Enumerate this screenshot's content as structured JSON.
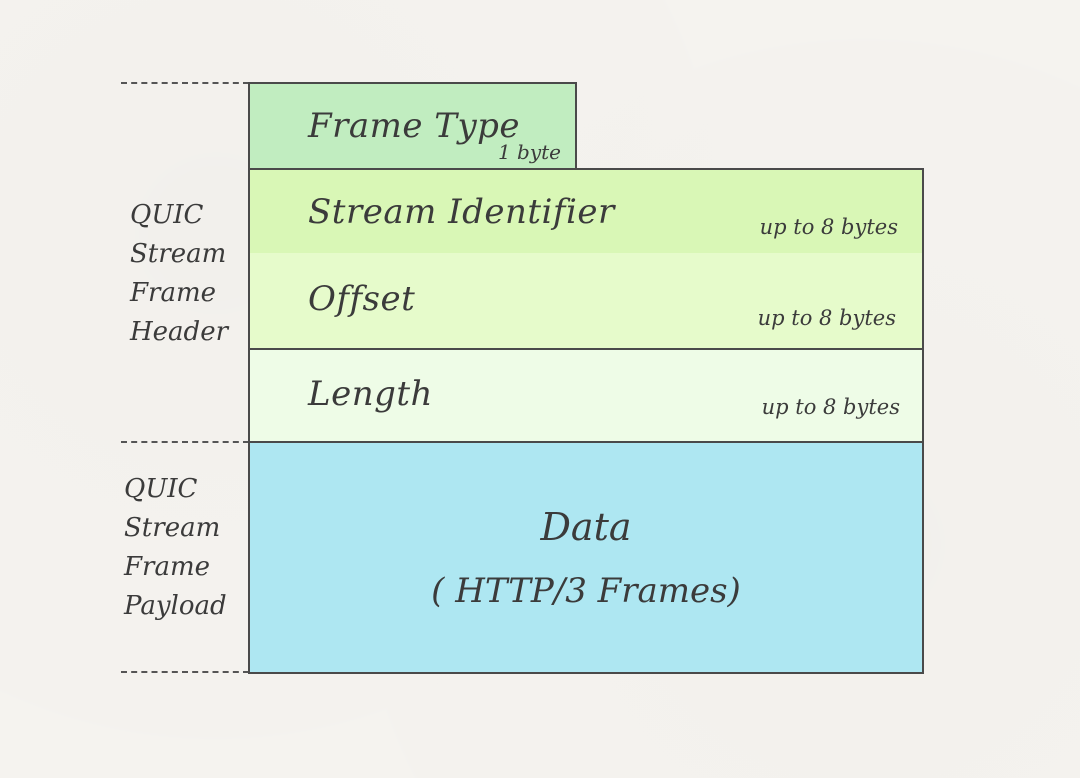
{
  "fields": {
    "frame_type": {
      "name": "Frame Type",
      "size": "1 byte"
    },
    "stream_identifier": {
      "name": "Stream Identifier",
      "size": "up to 8 bytes"
    },
    "offset": {
      "name": "Offset",
      "size": "up to 8 bytes"
    },
    "length": {
      "name": "Length",
      "size": "up to 8 bytes"
    },
    "data": {
      "name": "Data",
      "detail": "( HTTP/3 Frames)"
    }
  },
  "side_labels": {
    "header": [
      "QUIC",
      "Stream",
      "Frame",
      "Header"
    ],
    "payload": [
      "QUIC",
      "Stream",
      "Frame",
      "Payload"
    ]
  },
  "colors": {
    "frame_type": "#c1edc0",
    "stream_identifier": "#d9f7b6",
    "offset": "#e6fbcb",
    "length": "#eefce7",
    "data": "#aee7f2",
    "background": "#f5f3ef"
  }
}
